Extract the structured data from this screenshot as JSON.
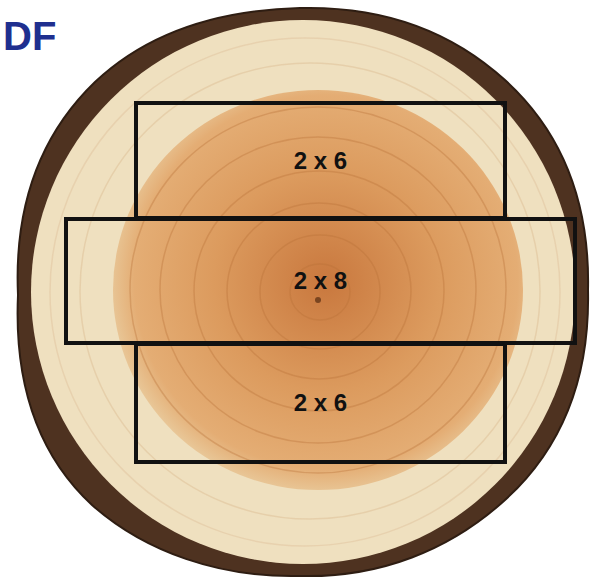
{
  "diagram": {
    "nodes": [
      {
        "text": [
          "2 x 6"
        ]
      },
      {
        "text": [
          "2 x 8"
        ]
      },
      {
        "text": [
          "2 x 6"
        ]
      }
    ],
    "labels": [
      "DF"
    ]
  }
}
